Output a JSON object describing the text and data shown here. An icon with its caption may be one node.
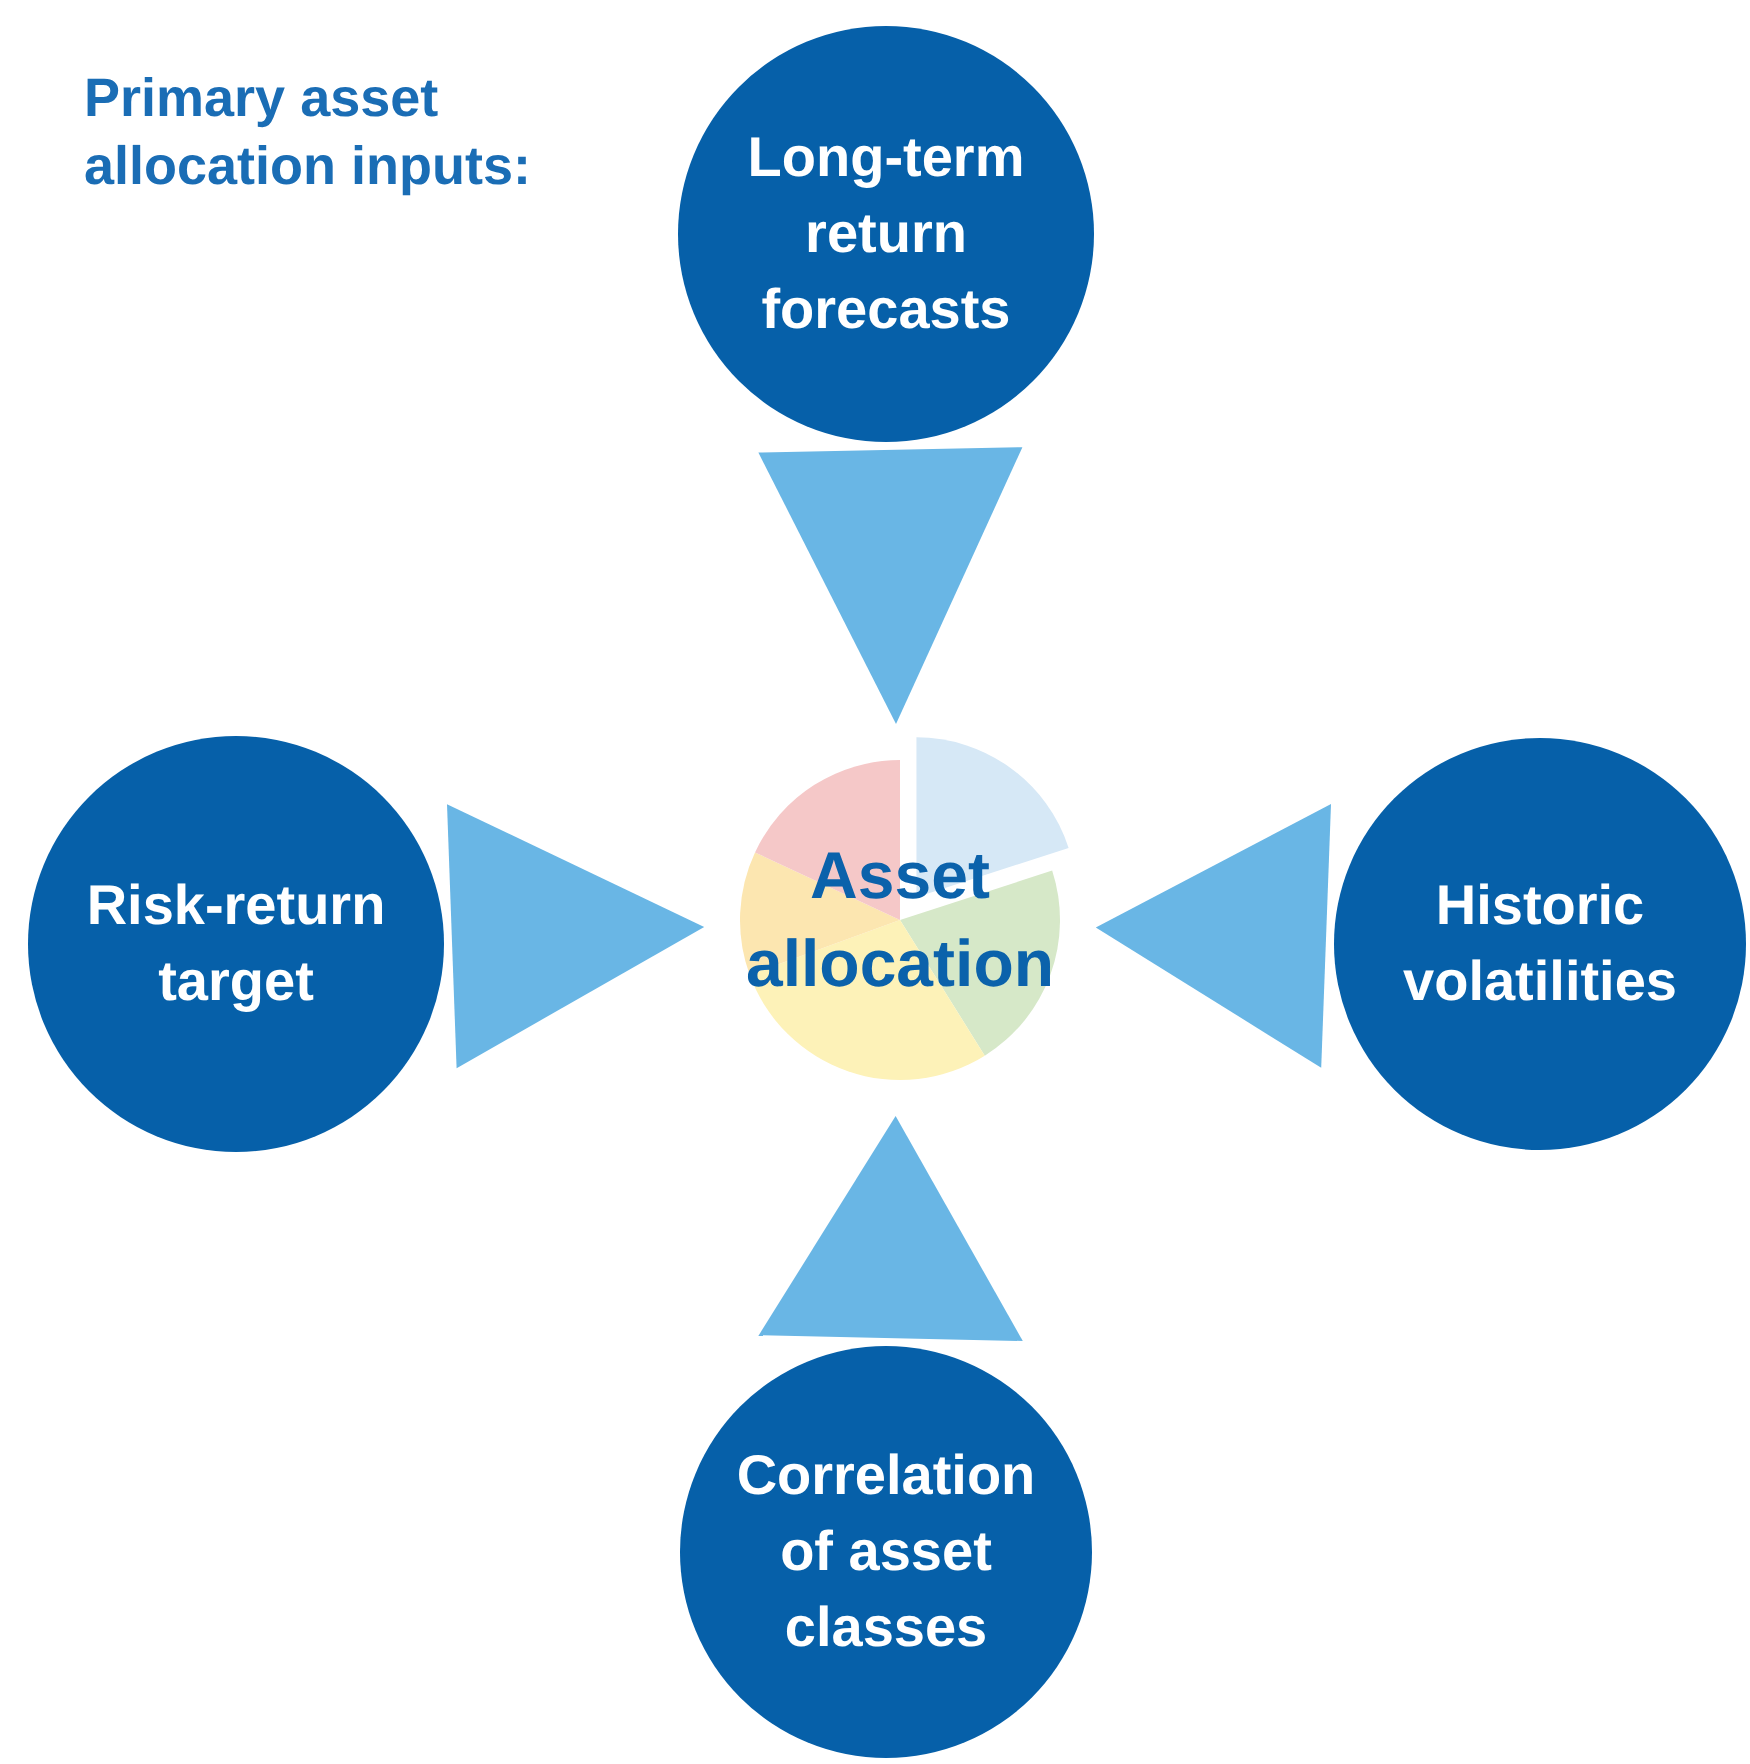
{
  "diagram": {
    "title": "Primary asset allocation inputs:",
    "nodes": [
      {
        "text": [
          "Long-term return forecasts"
        ]
      },
      {
        "text": [
          "Risk-return target"
        ]
      },
      {
        "text": [
          "Asset allocation"
        ]
      },
      {
        "text": [
          "Historic volatilities"
        ]
      },
      {
        "text": [
          "Correlation of asset classes"
        ]
      }
    ],
    "edges": [
      {
        "from": 0,
        "to": 2,
        "arrow": "to"
      },
      {
        "from": 1,
        "to": 2,
        "arrow": "to"
      },
      {
        "from": 3,
        "to": 2,
        "arrow": "to"
      },
      {
        "from": 4,
        "to": 2,
        "arrow": "to"
      }
    ]
  }
}
